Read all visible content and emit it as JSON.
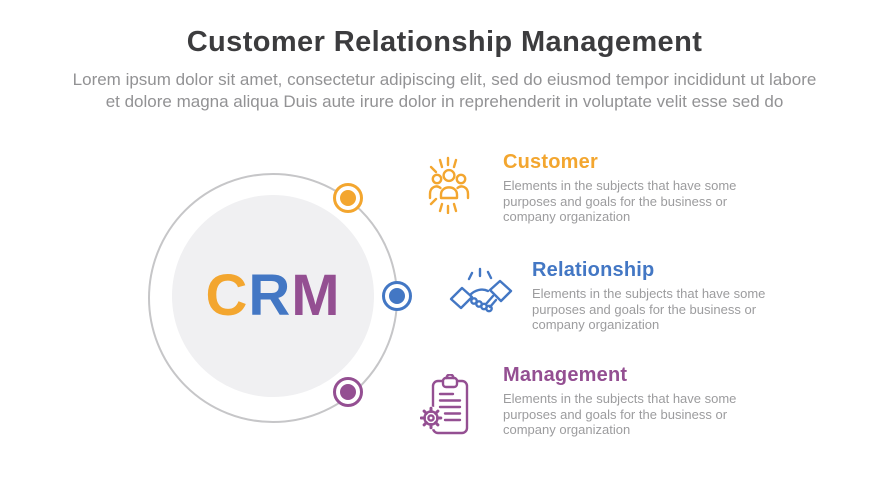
{
  "title": "Customer Relationship Management",
  "subtitle": "Lorem ipsum dolor sit amet, consectetur adipiscing elit, sed do eiusmod tempor incididunt ut labore\net dolore magna aliqua Duis aute irure dolor in reprehenderit in voluptate velit esse sed do",
  "colors": {
    "orange": "#F3A62F",
    "blue": "#4377C4",
    "purple": "#944F92",
    "title_text": "#3C3C3E",
    "subtitle_text": "#929294",
    "body_text": "#9C9C9E",
    "circle_stroke": "#C6C6C8",
    "circle_fill": "#F0F0F2"
  },
  "crm_circle": {
    "letters": [
      {
        "char": "C",
        "color": "#F3A62F"
      },
      {
        "char": "R",
        "color": "#4377C4"
      },
      {
        "char": "M",
        "color": "#944F92"
      }
    ]
  },
  "sections": [
    {
      "id": "customer",
      "icon": "people-shine-icon",
      "heading": "Customer",
      "color": "#F3A62F",
      "description": "Elements in the subjects that have some\npurposes and goals for the business or\ncompany organization"
    },
    {
      "id": "relationship",
      "icon": "handshake-icon",
      "heading": "Relationship",
      "color": "#4377C4",
      "description": "Elements in the subjects that have some\npurposes and goals for the business or\ncompany organization"
    },
    {
      "id": "management",
      "icon": "clipboard-gear-icon",
      "heading": "Management",
      "color": "#944F92",
      "description": "Elements in the subjects that have some\npurposes and goals for the business or\ncompany organization"
    }
  ]
}
